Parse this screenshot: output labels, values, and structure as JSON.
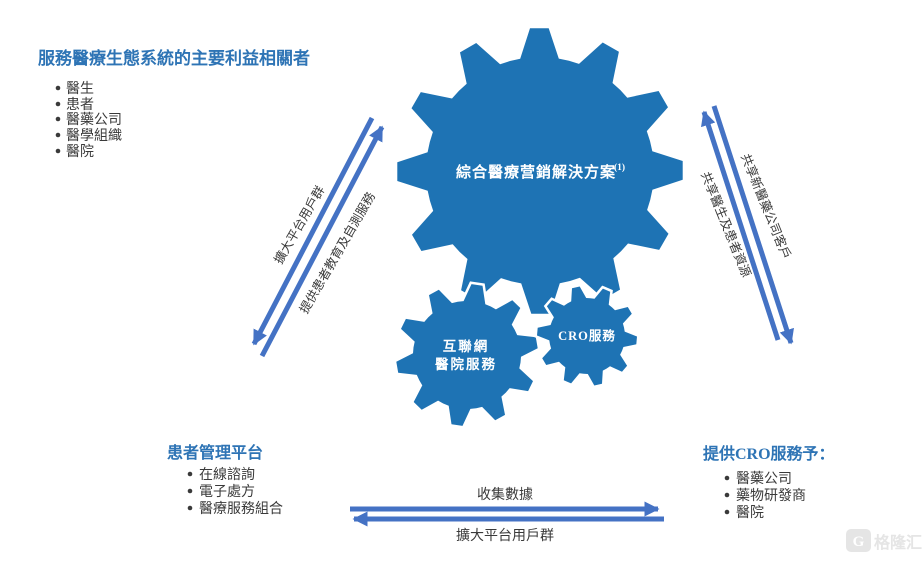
{
  "colors": {
    "gear_blue": "#1E73B4",
    "arrow_blue": "#4472C4",
    "heading_blue": "#2E74B5",
    "body_text": "#3A3A3A",
    "gear_text": "#FFFFFF",
    "watermark_gray": "#E5E5E5"
  },
  "top_left": {
    "title": "服務醫療生態系統的主要利益相關者",
    "items": [
      "醫生",
      "患者",
      "醫藥公司",
      "醫學組織",
      "醫院"
    ]
  },
  "gears": {
    "main": {
      "label": "綜合醫療营銷解決方案",
      "superscript": "(1)"
    },
    "internet_hospital": {
      "label_line1": "互聯網",
      "label_line2": "醫院服務"
    },
    "cro": {
      "label": "CRO服務"
    }
  },
  "left_arrows": {
    "outer_label": "擴大平台用戶群",
    "inner_label": "提供患者教育及自測服務"
  },
  "right_arrows": {
    "inner_label": "共享醫生及患者資源",
    "outer_label": "共享新醫藥公司客戶"
  },
  "bottom_left": {
    "title": "患者管理平台",
    "items": [
      "在線諮詢",
      "電子處方",
      "醫療服務組合"
    ]
  },
  "bottom_right": {
    "title": "提供CRO服務予：",
    "items": [
      "醫藥公司",
      "藥物研發商",
      "醫院"
    ]
  },
  "bottom_arrows": {
    "top_label": "收集數據",
    "bottom_label": "擴大平台用戶群"
  },
  "watermark": {
    "logo_letter": "G",
    "text": "格隆汇"
  }
}
